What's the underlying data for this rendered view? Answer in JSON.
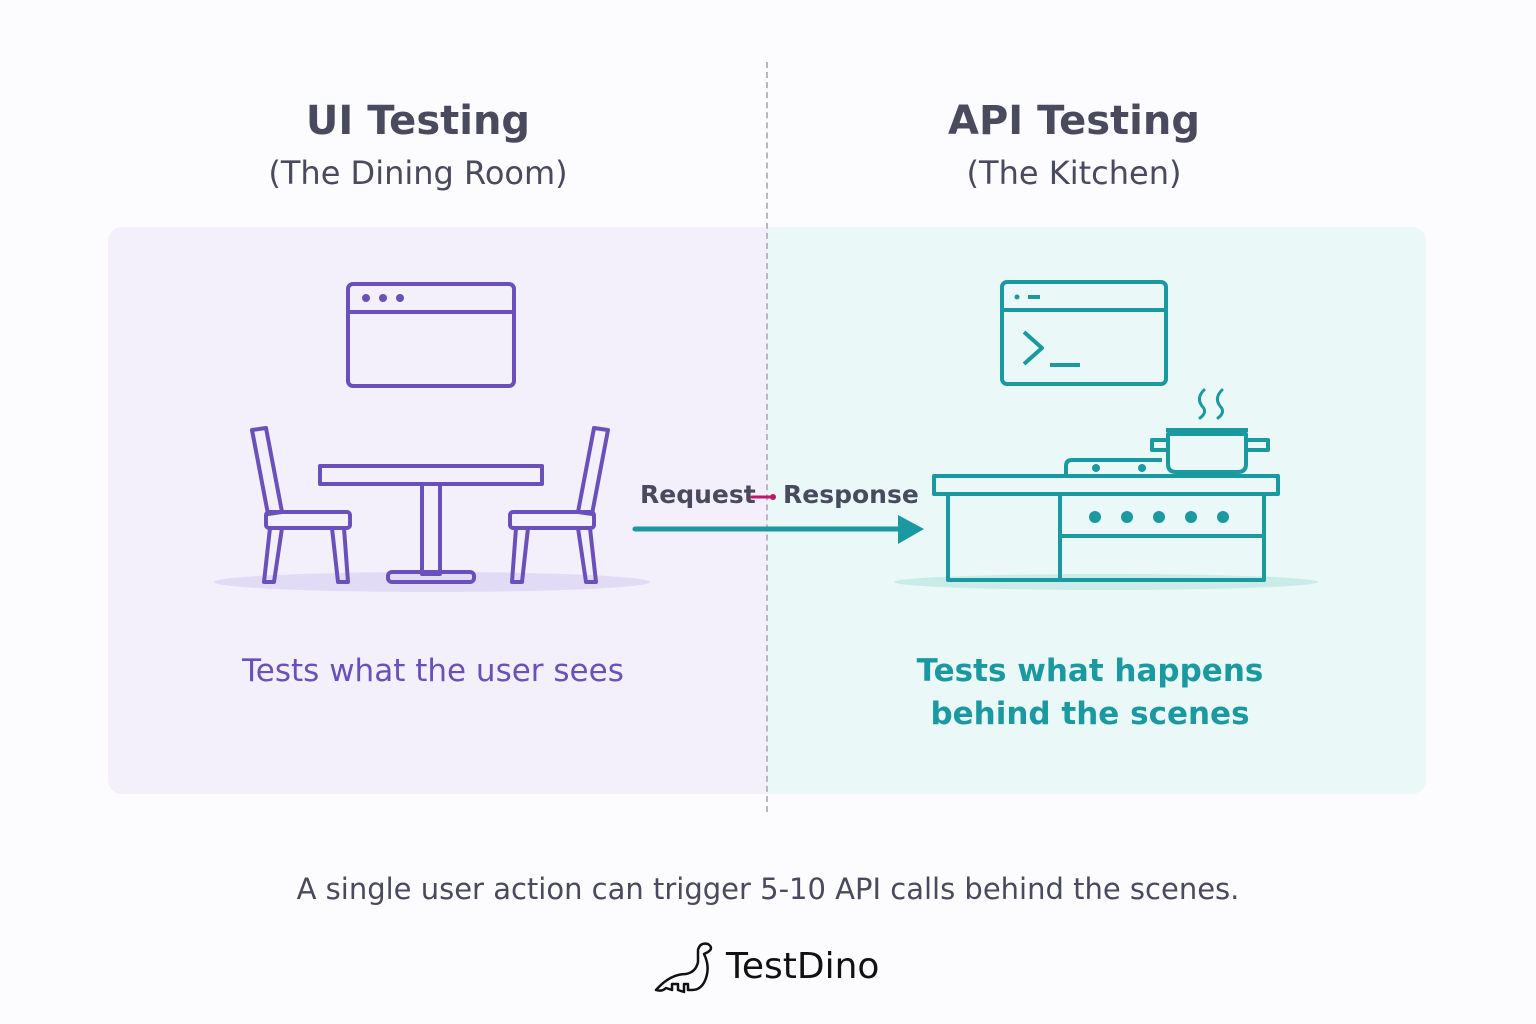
{
  "left": {
    "title": "UI Testing",
    "subtitle": "(The Dining Room)",
    "caption": "Tests what the user sees"
  },
  "right": {
    "title": "API Testing",
    "subtitle": "(The Kitchen)",
    "caption_line1": "Tests what happens",
    "caption_line2": "behind the scenes"
  },
  "flow": {
    "request": "Request",
    "response": "Response"
  },
  "footer": "A single user action can trigger 5-10 API calls behind the scenes.",
  "brand": {
    "name": "TestDino"
  },
  "colors": {
    "purple": "#6b4fbb",
    "teal": "#1a9aa0",
    "text": "#4a4a5e",
    "connector": "#c0186e"
  }
}
